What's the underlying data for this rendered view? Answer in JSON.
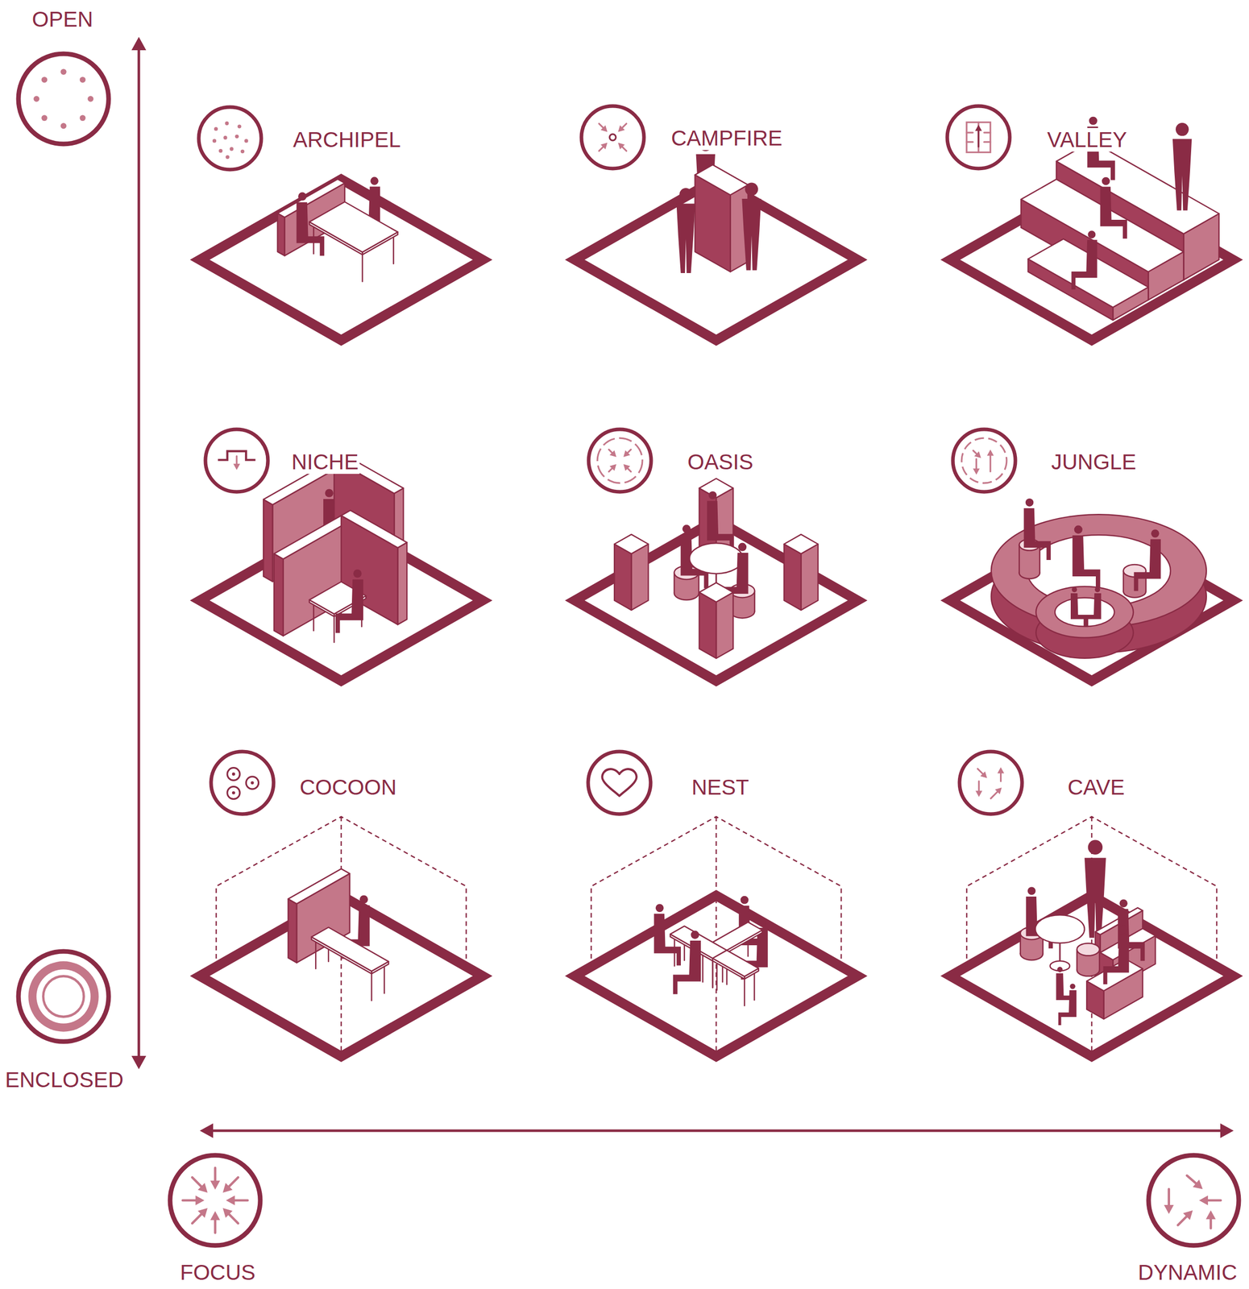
{
  "diagram": {
    "nodes": [
      {
        "text": [
          "ARCHIPEL"
        ]
      },
      {
        "text": [
          "CAMPFIRE"
        ]
      },
      {
        "text": [
          "VALLEY"
        ]
      },
      {
        "text": [
          "NICHE"
        ]
      },
      {
        "text": [
          "OASIS"
        ]
      },
      {
        "text": [
          "JUNGLE"
        ]
      },
      {
        "text": [
          "COCOON"
        ]
      },
      {
        "text": [
          "NEST"
        ]
      },
      {
        "text": [
          "CAVE"
        ]
      }
    ],
    "labels": [
      "OPEN",
      "ENCLOSED",
      "FOCUS",
      "DYNAMIC"
    ]
  }
}
